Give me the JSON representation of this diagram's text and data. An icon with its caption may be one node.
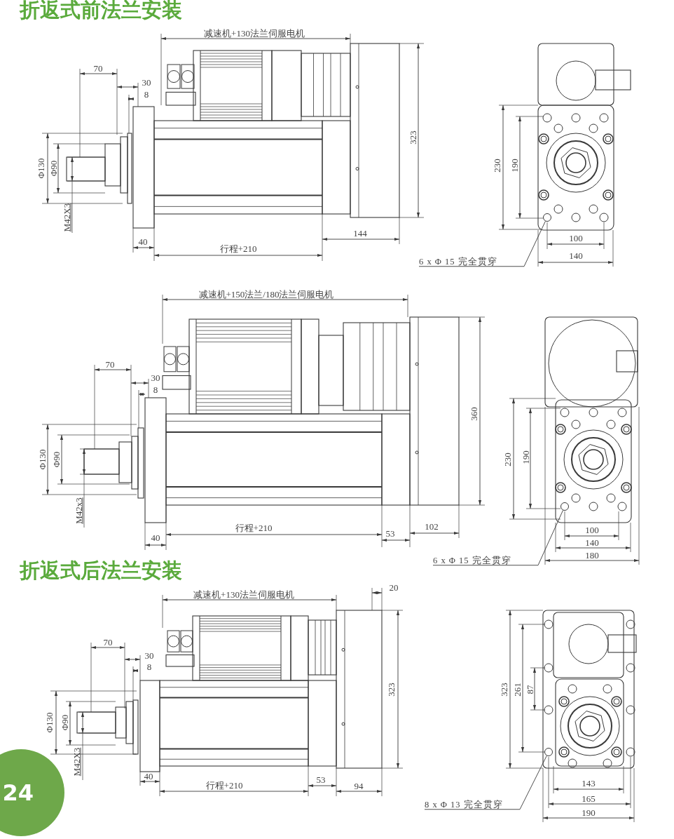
{
  "diagram": {
    "title": "折返式前法兰安装",
    "nodes": [
      {
        "text": [
          "6 x Φ 15 完全贯穿"
        ]
      },
      {
        "text": [],
        "shape": "circle"
      },
      {
        "text": [
          "6 x Φ 15 完全贯穿"
        ]
      },
      {
        "text": [],
        "shape": "circle"
      },
      {
        "text": [
          "8 x Φ 13 完全贯穿"
        ]
      },
      {
        "text": [],
        "shape": "circle"
      }
    ],
    "edges": [
      {
        "from": 0,
        "to": 1,
        "arrow": "none"
      },
      {
        "from": 2,
        "to": 3,
        "arrow": "none"
      },
      {
        "from": 4,
        "to": 5,
        "arrow": "none"
      }
    ],
    "labels": [
      "减速机+130法兰伺服电机",
      "70",
      "30",
      "8",
      "Φ130",
      "Φ90",
      "M42X3",
      "323",
      "40",
      "行程+210",
      "144",
      "230",
      "190",
      "100",
      "140",
      "减速机+150法兰/180法兰伺服电机",
      "70",
      "30",
      "8",
      "Φ130",
      "Φ90",
      "M42x3",
      "360",
      "行程+210",
      "40",
      "53",
      "102",
      "230",
      "190",
      "100",
      "140",
      "180",
      "折返式后法兰安装",
      "20",
      "减速机+130法兰伺服电机",
      "70",
      "30",
      "8",
      "Φ130",
      "Φ90",
      "M42X3",
      "323",
      "40",
      "行程+210",
      "53",
      "94",
      "323",
      "261",
      "87",
      "143",
      "165",
      "190",
      "24"
    ]
  }
}
